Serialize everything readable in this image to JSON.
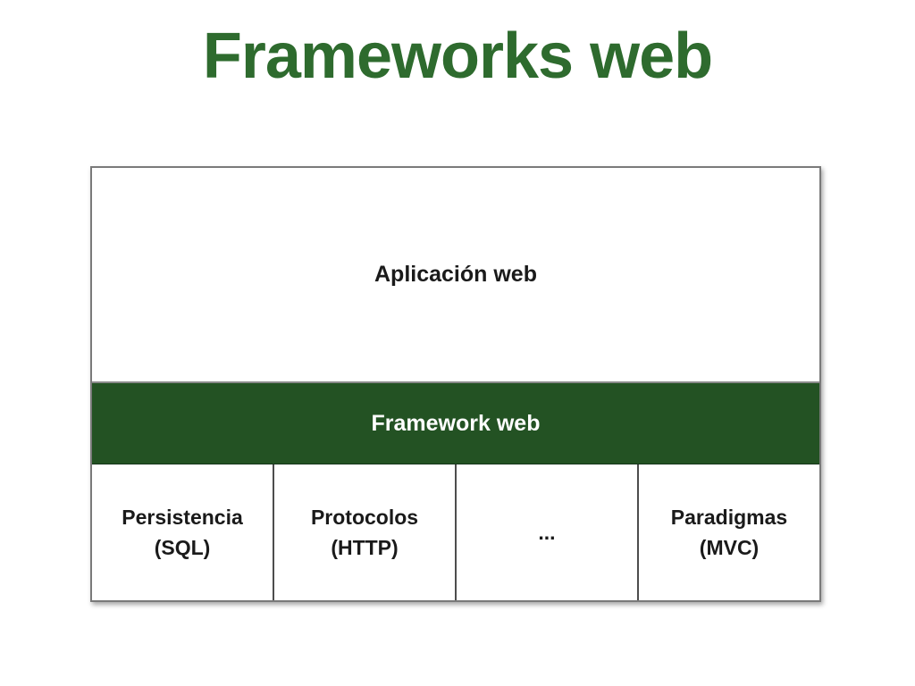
{
  "title": "Frameworks web",
  "colors": {
    "title_green": "#2E6B2E",
    "bar_green": "#235223",
    "border_gray": "#7a7a7a",
    "divider_gray": "#4d4d4d"
  },
  "diagram": {
    "app_box_label": "Aplicación web",
    "framework_bar_label": "Framework web",
    "bottom_cells": [
      {
        "line1": "Persistencia",
        "line2": "(SQL)"
      },
      {
        "line1": "Protocolos",
        "line2": "(HTTP)"
      },
      {
        "line1": "...",
        "line2": ""
      },
      {
        "line1": "Paradigmas",
        "line2": "(MVC)"
      }
    ]
  }
}
